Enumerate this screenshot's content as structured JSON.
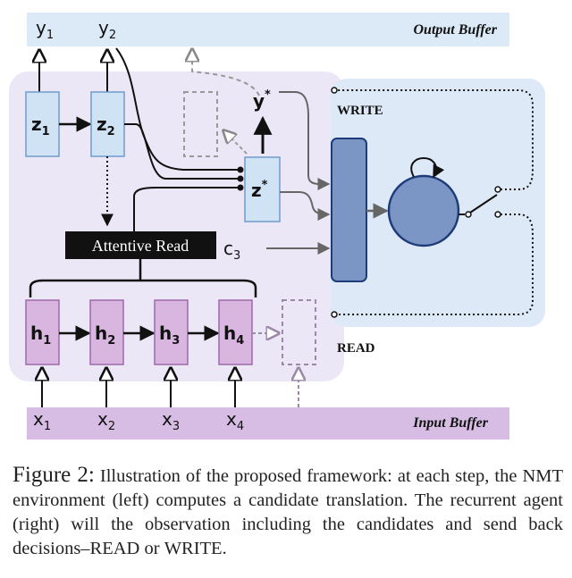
{
  "buffers": {
    "output": "Output Buffer",
    "input": "Input Buffer"
  },
  "outputs": {
    "y1": "y",
    "y1_sub": "1",
    "y2": "y",
    "y2_sub": "2",
    "ystar": "y",
    "ystar_sup": "*"
  },
  "decoder": {
    "z1": "z",
    "z1_sub": "1",
    "z2": "z",
    "z2_sub": "2",
    "zstar": "z",
    "zstar_sup": "*"
  },
  "attention": {
    "label": "Attentive Read",
    "context": "c",
    "context_sub": "3"
  },
  "encoder": {
    "h1": "h",
    "h1_sub": "1",
    "h2": "h",
    "h2_sub": "2",
    "h3": "h",
    "h3_sub": "3",
    "h4": "h",
    "h4_sub": "4"
  },
  "inputs": {
    "x1": "x",
    "x1_sub": "1",
    "x2": "x",
    "x2_sub": "2",
    "x3": "x",
    "x3_sub": "3",
    "x4": "x",
    "x4_sub": "4"
  },
  "agent": {
    "write": "WRITE",
    "read": "READ"
  },
  "caption": {
    "figure": "Figure 2:",
    "text_1": "Illustration of the proposed framework: at each step, the NMT environment (left) computes a candidate translation. The recurrent agent (right) will the observation including the candidates and send back decisions–",
    "read": "READ",
    "or": " or ",
    "write": "WRITE",
    "end": "."
  },
  "colors": {
    "nmt_panel": "#ece7f7",
    "agent_panel": "#dde9f7",
    "buffer_bar_output": "#dce9f7",
    "buffer_bar_input": "#d7bde3",
    "encoder_box": "#d8b6e0",
    "decoder_box": "#cfe3f5",
    "agent_unit": "#7b96c4"
  }
}
